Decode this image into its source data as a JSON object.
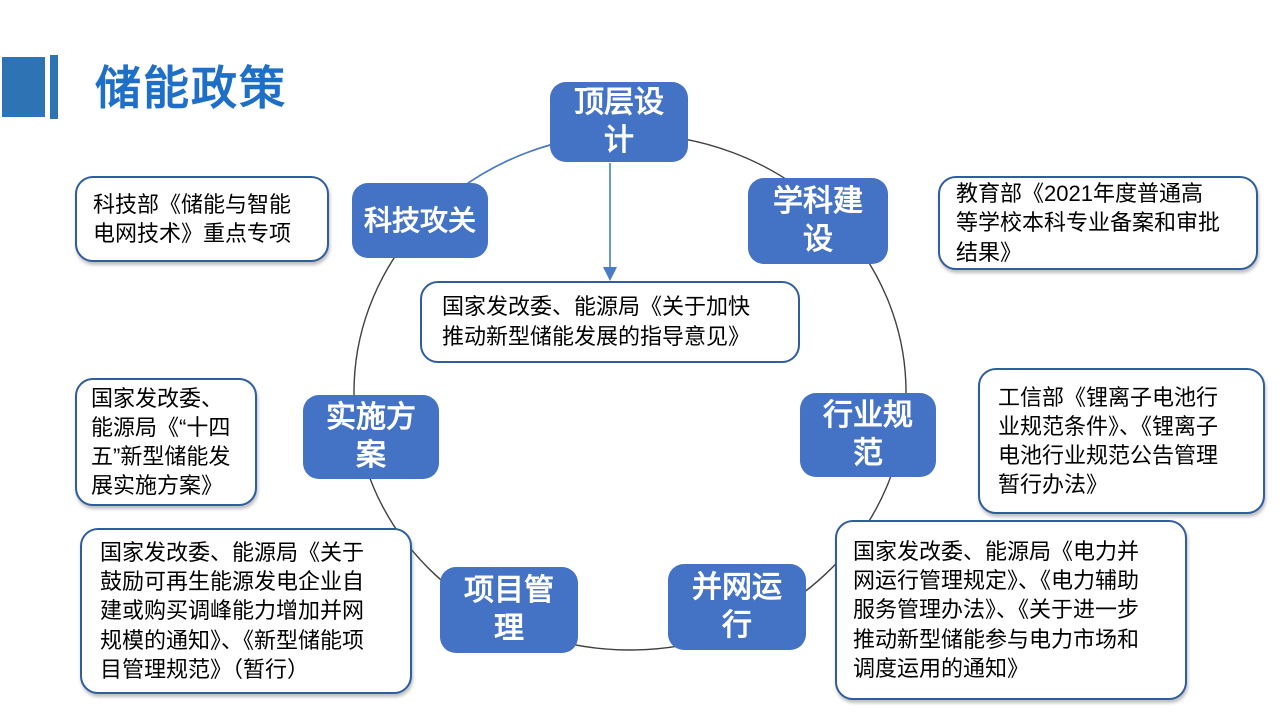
{
  "title": "储能政策",
  "colors": {
    "accent": "#2E74B5",
    "title_text": "#1E6FC8",
    "node_fill": "#4472C4",
    "callout_border": "#2F5D9E",
    "circle_stroke": "#3F3F3F",
    "arrow": "#4A7CC7"
  },
  "diagram": {
    "center_box": {
      "text": "国家发改委、能源局《关于加快推动新型储能发展的指导意见》"
    },
    "nodes": [
      {
        "id": "top",
        "label": "顶层设\n计"
      },
      {
        "id": "tech",
        "label": "科技攻关"
      },
      {
        "id": "discipline",
        "label": "学科建\n设"
      },
      {
        "id": "implementation",
        "label": "实施方\n案"
      },
      {
        "id": "industry",
        "label": "行业规\n范"
      },
      {
        "id": "project",
        "label": "项目管\n理"
      },
      {
        "id": "grid",
        "label": "并网运\n行"
      }
    ],
    "callouts": [
      {
        "id": "tech",
        "text": "科技部《储能与智能电网技术》重点专项"
      },
      {
        "id": "discipline",
        "text": "教育部《2021年度普通高等学校本科专业备案和审批结果》"
      },
      {
        "id": "implementation",
        "text": "国家发改委、能源局《“十四五”新型储能发展实施方案》"
      },
      {
        "id": "industry",
        "text": "工信部《锂离子电池行业规范条件》、《锂离子电池行业规范公告管理暂行办法》"
      },
      {
        "id": "project",
        "text": "国家发改委、能源局《关于鼓励可再生能源发电企业自建或购买调峰能力增加并网规模的通知》、《新型储能项目管理规范》（暂行）"
      },
      {
        "id": "grid",
        "text": "国家发改委、能源局《电力并网运行管理规定》、《电力辅助服务管理办法》、《关于进一步推动新型储能参与电力市场和调度运用的通知》"
      }
    ]
  }
}
